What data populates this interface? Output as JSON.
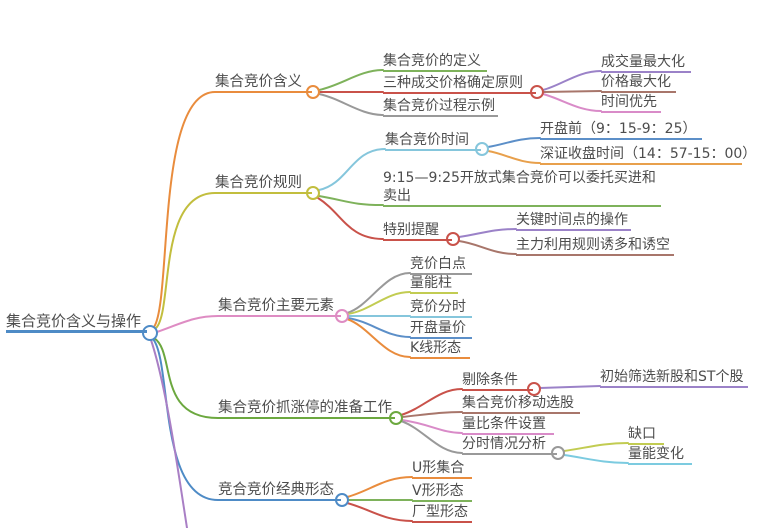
{
  "root": {
    "label": "集合竞价含义与操作",
    "color": "#4E8BC6"
  },
  "extra_branch_color": "#A97FC5",
  "branches": [
    {
      "label": "集合竞价含义",
      "color": "#E98C3D",
      "children": [
        {
          "label": "集合竞价的定义",
          "color": "#7EB25B"
        },
        {
          "label": "三种成交价格确定原则",
          "color": "#C9524A",
          "children": [
            {
              "label": "成交量最大化",
              "color": "#9B82C8"
            },
            {
              "label": "价格最大化",
              "color": "#A8766B"
            },
            {
              "label": "时间优先",
              "color": "#D98BC8"
            }
          ]
        },
        {
          "label": "集合竞价过程示例",
          "color": "#999999"
        }
      ]
    },
    {
      "label": "集合竞价规则",
      "color": "#C2BE3E",
      "children": [
        {
          "label": "集合竞价时间",
          "color": "#85C6DC",
          "children": [
            {
              "label": "开盘前（9：15-9：25）",
              "color": "#5C8FC8"
            },
            {
              "label": "深证收盘时间（14：57-15：00）",
              "color": "#E8A04C"
            }
          ]
        },
        {
          "label": "9:15—9:25开放式集合竞价可以委托买进和卖出",
          "color": "#7EB25B"
        },
        {
          "label": "特别提醒",
          "color": "#C9524A",
          "children": [
            {
              "label": "关键时间点的操作",
              "color": "#9B82C8"
            },
            {
              "label": "主力利用规则诱多和诱空",
              "color": "#A8766B"
            }
          ]
        }
      ]
    },
    {
      "label": "集合竞价主要元素",
      "color": "#DE8CC3",
      "children": [
        {
          "label": "竞价白点",
          "color": "#999999"
        },
        {
          "label": "量能柱",
          "color": "#C2CC52"
        },
        {
          "label": "竞价分时",
          "color": "#85C6DC"
        },
        {
          "label": "开盘量价",
          "color": "#5C8FC8"
        },
        {
          "label": "K线形态",
          "color": "#E98C3D"
        }
      ]
    },
    {
      "label": "集合竞价抓涨停的准备工作",
      "color": "#6CA83F",
      "children": [
        {
          "label": "剔除条件",
          "color": "#C9524A",
          "children": [
            {
              "label": "初始筛选新股和ST个股",
              "color": "#9B82C8"
            }
          ]
        },
        {
          "label": "集合竞价移动选股",
          "color": "#A8766B"
        },
        {
          "label": "量比条件设置",
          "color": "#D98BC8"
        },
        {
          "label": "分时情况分析",
          "color": "#999999",
          "children": [
            {
              "label": "缺口",
              "color": "#C2CC52"
            },
            {
              "label": "量能变化",
              "color": "#7CCBE0"
            }
          ]
        }
      ]
    },
    {
      "label": "竞合竞价经典形态",
      "color": "#4E8BC6",
      "children": [
        {
          "label": "U形集合",
          "color": "#E98C3D"
        },
        {
          "label": "V形形态",
          "color": "#7EB25B"
        },
        {
          "label": "厂型形态",
          "color": "#C9524A"
        }
      ]
    }
  ]
}
